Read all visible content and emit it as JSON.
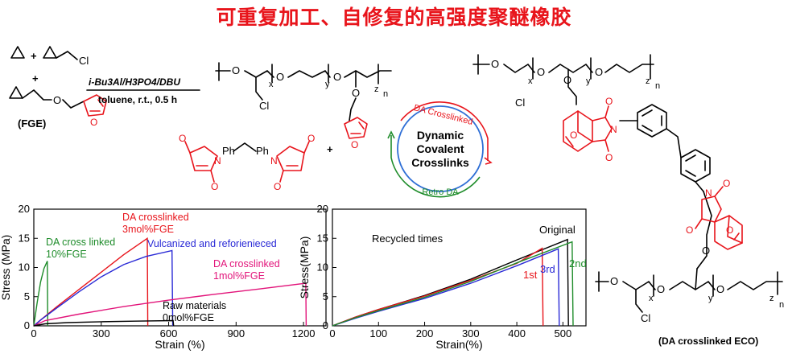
{
  "title": "可重复加工、自修复的高强度聚醚橡胶",
  "colors": {
    "red": "#e8141b",
    "green": "#1e8c2a",
    "blue": "#2a2ad6",
    "magenta": "#e2147a",
    "black": "#000000",
    "circle_blue": "#2f6fd6"
  },
  "scheme": {
    "monomer_label": "(FGE)",
    "conditions_line1": "i-Bu3Al/H3PO4/DBU",
    "conditions_line2": "toluene, r.t., 0.5 h",
    "plus": "+",
    "cl": "Cl",
    "o": "O",
    "n": "N",
    "ph": "Ph",
    "sub_x": "x",
    "sub_y": "y",
    "sub_z": "z",
    "sub_n": "n",
    "cycle_center": [
      "Dynamic",
      "Covalent",
      "Crosslinks"
    ],
    "cycle_top": "DA Crosslinked",
    "cycle_bottom": "Retro DA",
    "product_label": "(DA crosslinked ECO)"
  },
  "chart_data": [
    {
      "type": "line",
      "xlabel": "Strain (%)",
      "ylabel": "Stress (MPa)",
      "xlim": [
        0,
        1300
      ],
      "ylim": [
        0,
        20
      ],
      "xticks": [
        "0",
        "300",
        "600",
        "900",
        "1200"
      ],
      "yticks": [
        "0",
        "5",
        "10",
        "15",
        "20"
      ],
      "series": [
        {
          "name": "DA cross linked 10%FGE",
          "label_lines": [
            "DA cross linked",
            "10%FGE"
          ],
          "color": "green",
          "points": [
            [
              0,
              0
            ],
            [
              15,
              4
            ],
            [
              30,
              7.5
            ],
            [
              45,
              9.8
            ],
            [
              60,
              11.1
            ],
            [
              62,
              0
            ]
          ]
        },
        {
          "name": "DA crosslinked 3mol%FGE",
          "label_lines": [
            "DA crosslinked",
            "3mol%FGE"
          ],
          "color": "red",
          "points": [
            [
              0,
              0
            ],
            [
              30,
              1
            ],
            [
              100,
              3.2
            ],
            [
              200,
              6.2
            ],
            [
              300,
              9.2
            ],
            [
              400,
              12.2
            ],
            [
              505,
              15.0
            ],
            [
              507,
              0
            ]
          ]
        },
        {
          "name": "Vulcanized and reforienieced",
          "label_lines": [
            "Vulcanized and reforienieced"
          ],
          "color": "blue",
          "points": [
            [
              0,
              0
            ],
            [
              30,
              1
            ],
            [
              100,
              3
            ],
            [
              200,
              5.8
            ],
            [
              300,
              8.4
            ],
            [
              400,
              10.5
            ],
            [
              500,
              11.9
            ],
            [
              615,
              12.9
            ],
            [
              618,
              0
            ]
          ]
        },
        {
          "name": "DA crosslinked 1mol%FGE",
          "label_lines": [
            "DA crosslinked",
            "1mol%FGE"
          ],
          "color": "magenta",
          "points": [
            [
              0,
              0
            ],
            [
              50,
              0.9
            ],
            [
              200,
              2
            ],
            [
              400,
              3.3
            ],
            [
              600,
              4.4
            ],
            [
              800,
              5.4
            ],
            [
              1000,
              6.3
            ],
            [
              1210,
              7.3
            ],
            [
              1212,
              0
            ]
          ]
        },
        {
          "name": "Raw materials 0mol%FGE",
          "label_lines": [
            "Raw materials",
            "0mol%FGE"
          ],
          "color": "black",
          "points": [
            [
              0,
              0
            ],
            [
              50,
              0.35
            ],
            [
              150,
              0.55
            ],
            [
              300,
              0.7
            ],
            [
              450,
              0.8
            ],
            [
              620,
              0.9
            ],
            [
              622,
              0
            ]
          ]
        }
      ]
    },
    {
      "type": "line",
      "xlabel": "Strain(%)",
      "ylabel": "Stress(MPa)",
      "xlim": [
        0,
        550
      ],
      "ylim": [
        0,
        20
      ],
      "xticks": [
        "0",
        "100",
        "200",
        "300",
        "400",
        "500"
      ],
      "yticks": [
        "0",
        "5",
        "10",
        "15",
        "20"
      ],
      "annotation": "Recycled times",
      "series": [
        {
          "name": "Original",
          "color": "black",
          "points": [
            [
              0,
              0
            ],
            [
              50,
              1.5
            ],
            [
              100,
              2.8
            ],
            [
              200,
              5.2
            ],
            [
              300,
              8
            ],
            [
              400,
              11.3
            ],
            [
              510,
              14.8
            ],
            [
              512,
              0
            ]
          ]
        },
        {
          "name": "1st",
          "color": "red",
          "points": [
            [
              0,
              0
            ],
            [
              50,
              1.5
            ],
            [
              100,
              2.8
            ],
            [
              200,
              5.1
            ],
            [
              300,
              7.8
            ],
            [
              400,
              10.7
            ],
            [
              455,
              13.3
            ],
            [
              457,
              0
            ]
          ]
        },
        {
          "name": "3rd",
          "color": "blue",
          "points": [
            [
              0,
              0
            ],
            [
              50,
              1.3
            ],
            [
              100,
              2.5
            ],
            [
              200,
              4.7
            ],
            [
              300,
              7.3
            ],
            [
              400,
              10.3
            ],
            [
              490,
              13.2
            ],
            [
              492,
              0
            ]
          ]
        },
        {
          "name": "2nd",
          "color": "green",
          "points": [
            [
              0,
              0
            ],
            [
              50,
              1.4
            ],
            [
              100,
              2.6
            ],
            [
              200,
              4.9
            ],
            [
              300,
              7.6
            ],
            [
              400,
              10.8
            ],
            [
              520,
              14.4
            ],
            [
              522,
              0
            ]
          ]
        }
      ]
    }
  ]
}
